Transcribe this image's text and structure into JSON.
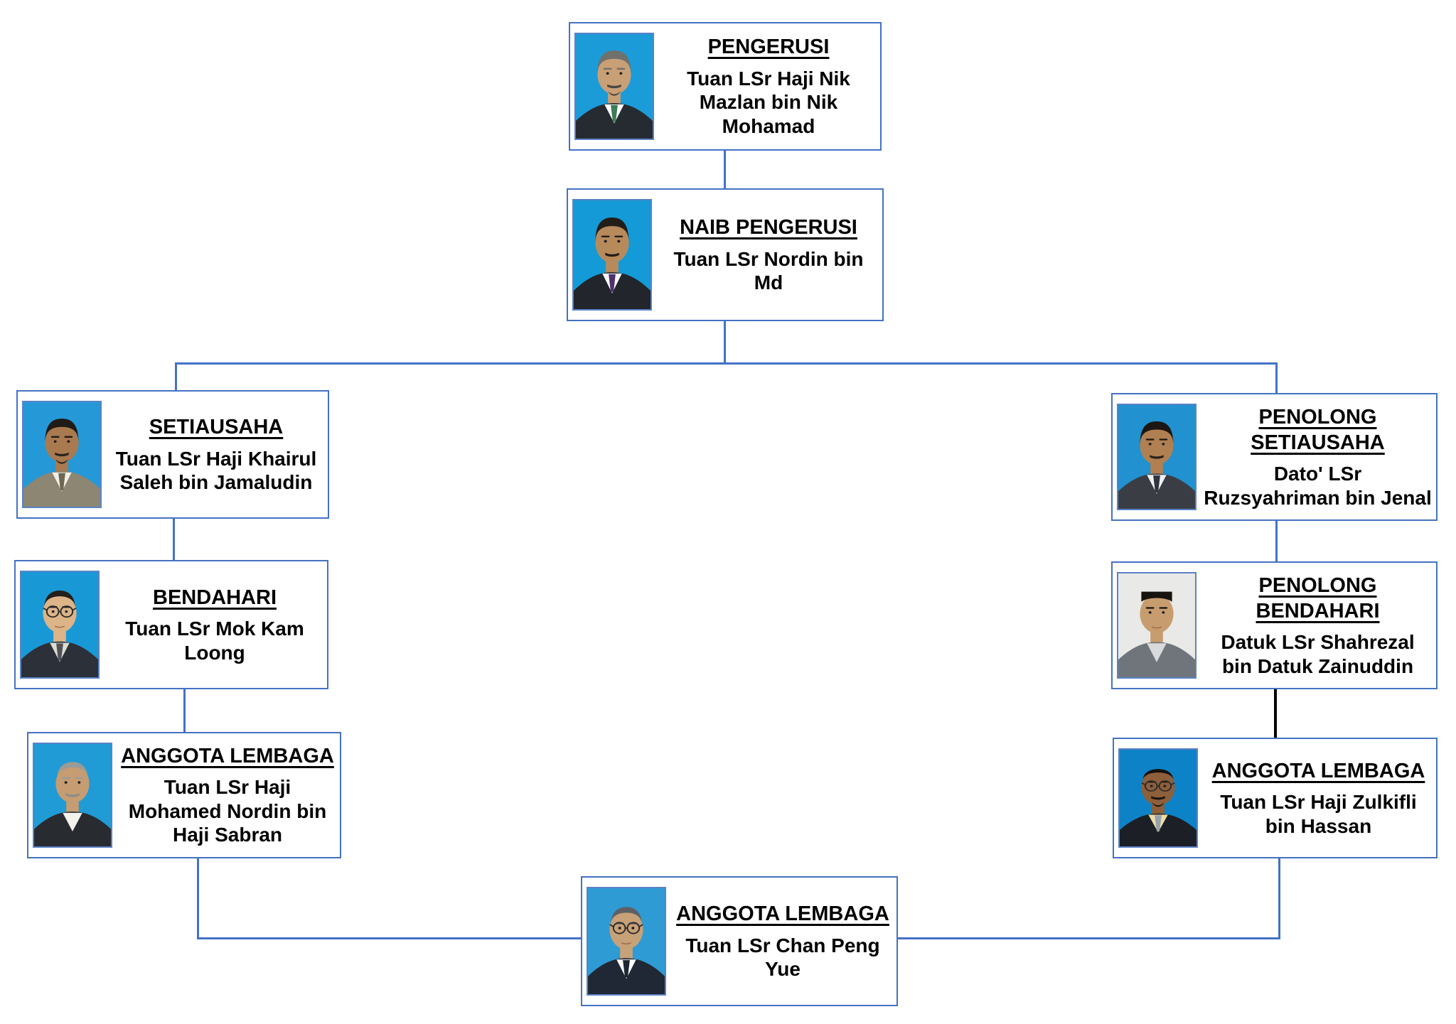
{
  "page": {
    "background": "#ffffff",
    "description": "Carta organisasi lembaga (organization chart of board members with portrait photos)"
  },
  "colors": {
    "box_border": "#4472C4",
    "connector": "#4472C4",
    "connector_black": "#000000",
    "title_text": "#000000",
    "name_text": "#000000",
    "photo_background_blue": "#1899D6"
  },
  "members": [
    {
      "id": "pengerusi",
      "title": "PENGERUSI",
      "name": "Tuan LSr Haji Nik Mazlan bin Nik Mohamad",
      "photo": {
        "bg": "#1B9BD8",
        "suit": "#262b31",
        "shirt": "#ffffff",
        "tie": "#3e7d5a",
        "skin": "#c99f76",
        "hair": "#70706c",
        "facial": "#4a453f",
        "hair_style": "full",
        "glasses": false,
        "mustache": true,
        "goatee": true
      }
    },
    {
      "id": "naib-pengerusi",
      "title": "NAIB PENGERUSI",
      "name": "Tuan LSr Nordin bin Md",
      "photo": {
        "bg": "#149AD6",
        "suit": "#22252b",
        "shirt": "#ffffff",
        "tie": "#503071",
        "skin": "#b78a5c",
        "hair": "#221d19",
        "facial": "#221d19",
        "hair_style": "full",
        "glasses": false,
        "mustache": true,
        "goatee": false
      }
    },
    {
      "id": "setiausaha",
      "title": "SETIAUSAHA",
      "name": "Tuan LSr Haji Khairul Saleh bin Jamaludin",
      "photo": {
        "bg": "#2598D8",
        "suit": "#8d8672",
        "shirt": "#f2efe6",
        "tie": "#6e6752",
        "skin": "#a97a50",
        "hair": "#201b16",
        "facial": "#2a241e",
        "hair_style": "full",
        "glasses": false,
        "mustache": true,
        "goatee": true
      }
    },
    {
      "id": "bendahari",
      "title": "BENDAHARI",
      "name": "Tuan LSr Mok Kam Loong",
      "photo": {
        "bg": "#1899D6",
        "suit": "#2b3039",
        "shirt": "#dcdcd2",
        "tie": "#515158",
        "skin": "#dcb488",
        "hair": "#241f1b",
        "facial": "#241f1b",
        "hair_style": "receding",
        "glasses": true,
        "mustache": false,
        "goatee": false
      }
    },
    {
      "id": "anggota-lembaga-1",
      "title": "ANGGOTA LEMBAGA",
      "name": "Tuan LSr Haji Mohamed Nordin bin Haji Sabran",
      "photo": {
        "bg": "#209BD5",
        "suit": "#282b2f",
        "shirt": "#f4f2ec",
        "tie": null,
        "skin": "#c69c72",
        "hair": "#9b9b97",
        "facial": "#8c8c88",
        "hair_style": "receding",
        "glasses": false,
        "mustache": true,
        "goatee": false
      }
    },
    {
      "id": "penolong-setiausaha",
      "title": "PENOLONG SETIAUSAHA",
      "name": "Dato' LSr Ruzsyahriman bin Jenal",
      "photo": {
        "bg": "#2191CF",
        "suit": "#3a3e44",
        "shirt": "#eef0f2",
        "tie": "#2f3540",
        "skin": "#b08052",
        "hair": "#1c1712",
        "facial": "#2a221a",
        "hair_style": "full",
        "glasses": false,
        "mustache": true,
        "goatee": false
      }
    },
    {
      "id": "penolong-bendahari",
      "title": "PENOLONG BENDAHARI",
      "name": "Datuk LSr Shahrezal bin Datuk Zainuddin",
      "photo": {
        "bg": "#e9e9e7",
        "suit": "#70757b",
        "shirt": "#d8dadb",
        "tie": null,
        "skin": "#c79d6f",
        "hair": "#17130f",
        "facial": "#3a3028",
        "hair_style": "flat",
        "glasses": false,
        "mustache": false,
        "goatee": false
      }
    },
    {
      "id": "anggota-lembaga-2",
      "title": "ANGGOTA LEMBAGA",
      "name": "Tuan LSr Haji Zulkifli bin Hassan",
      "photo": {
        "bg": "#0E82C6",
        "suit": "#1c2026",
        "shirt": "#ecdda6",
        "tie": "#97a1ad",
        "skin": "#8d5f3b",
        "hair": "#15100c",
        "facial": "#1b1510",
        "hair_style": "bald",
        "glasses": true,
        "mustache": true,
        "goatee": true
      }
    },
    {
      "id": "anggota-lembaga-3",
      "title": "ANGGOTA LEMBAGA",
      "name": "Tuan LSr Chan Peng Yue",
      "photo": {
        "bg": "#2E9BD4",
        "suit": "#202835",
        "shirt": "#ffffff",
        "tie": "#1d2631",
        "skin": "#c7a177",
        "hair": "#5f6065",
        "facial": "#5f6065",
        "hair_style": "receding",
        "glasses": true,
        "mustache": false,
        "goatee": false
      }
    }
  ]
}
